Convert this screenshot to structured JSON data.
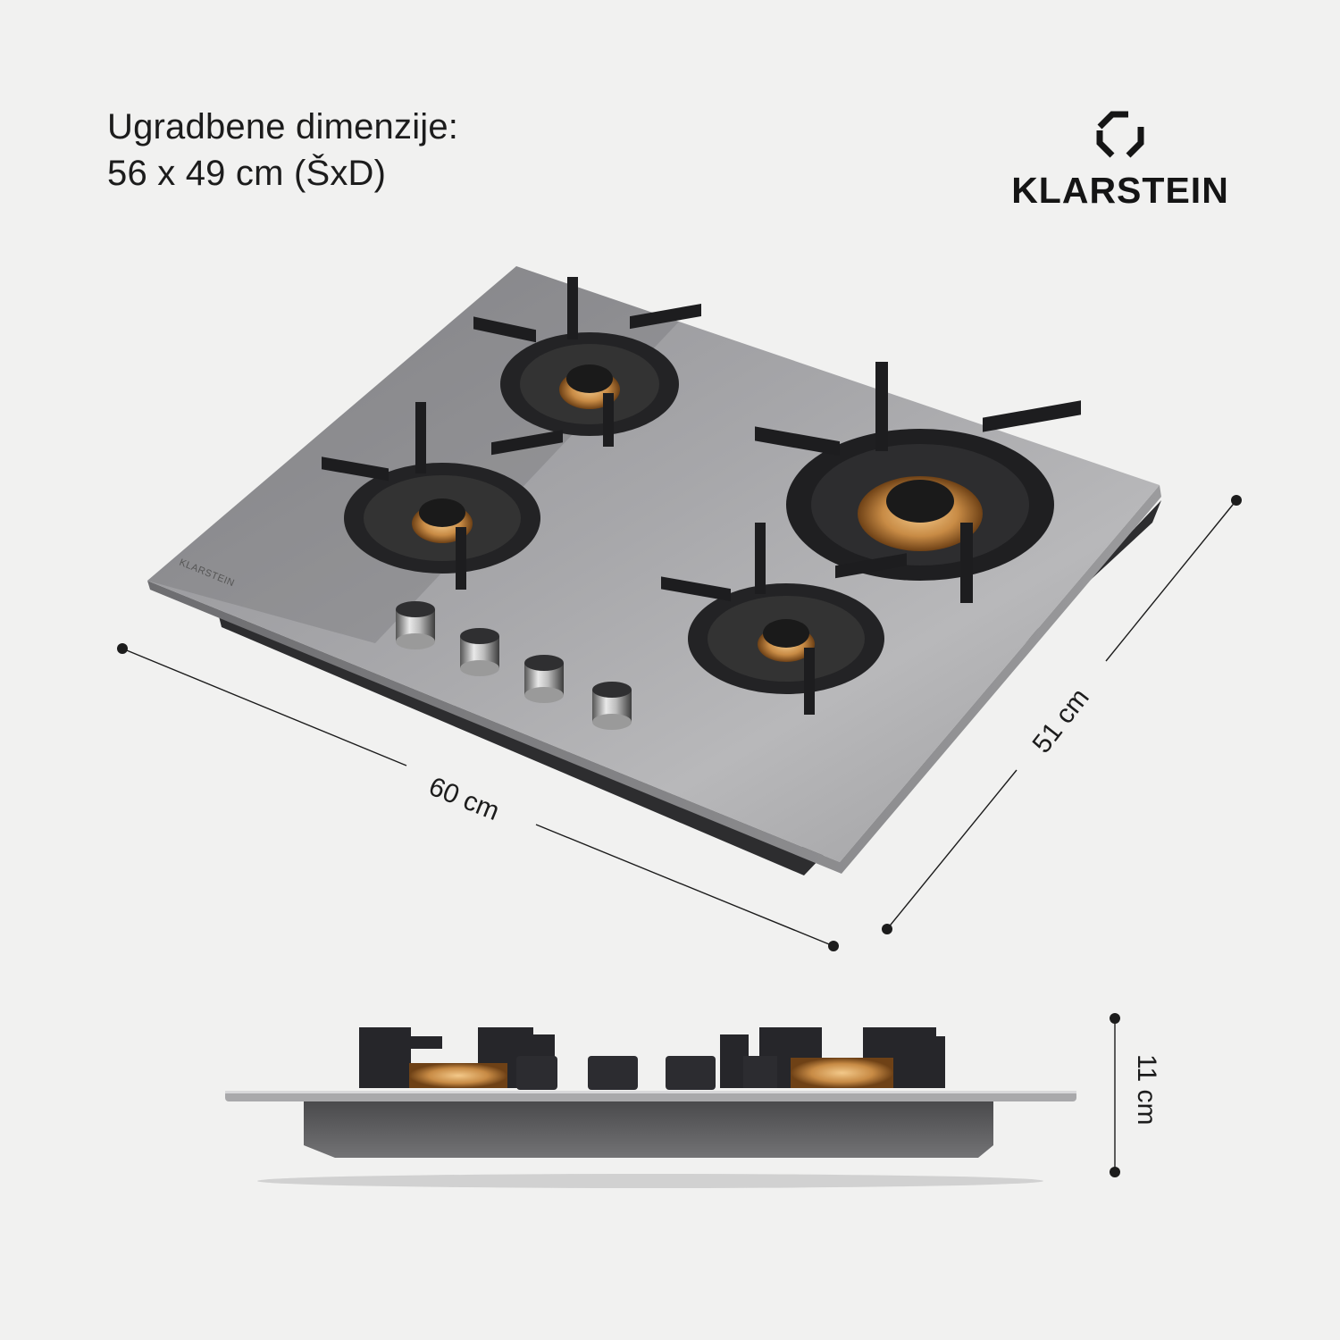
{
  "headline": {
    "line1": "Ugradbene dimenzije:",
    "line2": "56 x 49 cm (ŠxD)"
  },
  "brand": {
    "name": "KLARSTEIN",
    "logo_icon": "klarstein-diamond-logo"
  },
  "hob": {
    "brand_print": "KLARSTEIN",
    "burner_count": 4,
    "knob_count": 4
  },
  "dimensions": {
    "width_label": "60 cm",
    "depth_label": "51 cm",
    "height_label": "11 cm"
  },
  "colors": {
    "background": "#f1f1f0",
    "steel": "#9a9a9c",
    "cast_iron": "#2a2a2a",
    "brass": "#c58a4a",
    "text": "#1c1c1c"
  }
}
